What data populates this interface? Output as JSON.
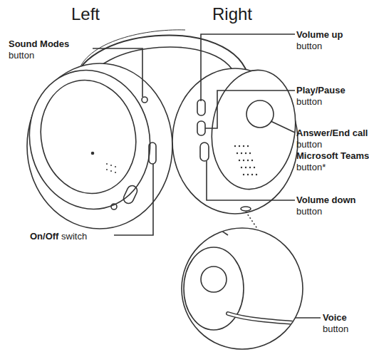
{
  "diagram": {
    "labels": [
      "Left",
      "Right",
      "Sound Modes",
      "button",
      "On/Off",
      "switch",
      "Volume up",
      "button",
      "Play/Pause",
      "button",
      "Answer/End call",
      "button",
      "Microsoft Teams",
      "button*",
      "Volume down",
      "button",
      "Voice",
      "button"
    ]
  }
}
